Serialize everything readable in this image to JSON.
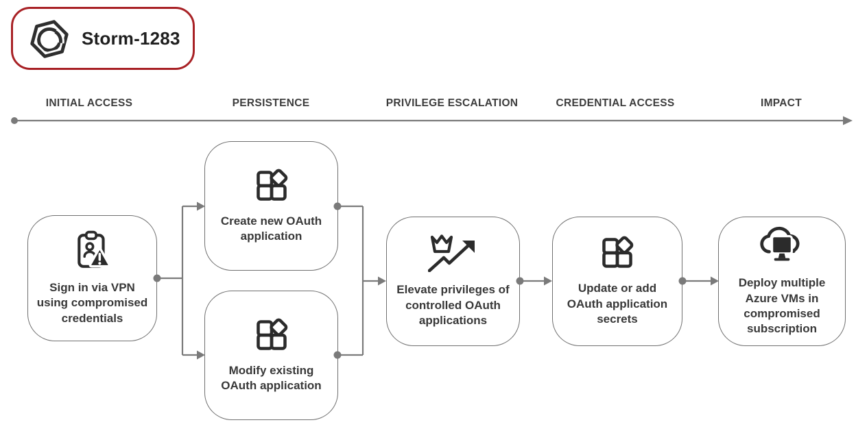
{
  "badge": {
    "label": "Storm-1283",
    "icon": "threat-actor-hexagon-icon",
    "border_color": "#a82125"
  },
  "timeline": {
    "stages": [
      {
        "label": "INITIAL ACCESS"
      },
      {
        "label": "PERSISTENCE"
      },
      {
        "label": "PRIVILEGE ESCALATION"
      },
      {
        "label": "CREDENTIAL ACCESS"
      },
      {
        "label": "IMPACT"
      }
    ]
  },
  "nodes": [
    {
      "id": "sign-in-vpn",
      "stage": "INITIAL ACCESS",
      "icon": "clipboard-person-warning-icon",
      "label": "Sign in via VPN\nusing compromised\ncredentials"
    },
    {
      "id": "create-oauth-app",
      "stage": "PERSISTENCE",
      "icon": "app-grid-icon",
      "label": "Create new OAuth\napplication"
    },
    {
      "id": "modify-oauth-app",
      "stage": "PERSISTENCE",
      "icon": "app-grid-icon",
      "label": "Modify existing\nOAuth application"
    },
    {
      "id": "elevate-privileges",
      "stage": "PRIVILEGE ESCALATION",
      "icon": "crown-trending-up-icon",
      "label": "Elevate privileges of\ncontrolled OAuth\napplications"
    },
    {
      "id": "update-secrets",
      "stage": "CREDENTIAL ACCESS",
      "icon": "app-grid-icon",
      "label": "Update or add\nOAuth application\nsecrets"
    },
    {
      "id": "deploy-vms",
      "stage": "IMPACT",
      "icon": "cloud-desktop-icon",
      "label": "Deploy multiple\nAzure VMs in\ncompromised\nsubscription"
    }
  ],
  "colors": {
    "badge_border": "#a82125",
    "connector_gray": "#7a7a7a",
    "box_border": "#6f6f6f",
    "icon_dark": "#2b2b2b",
    "text_dark": "#383838"
  }
}
